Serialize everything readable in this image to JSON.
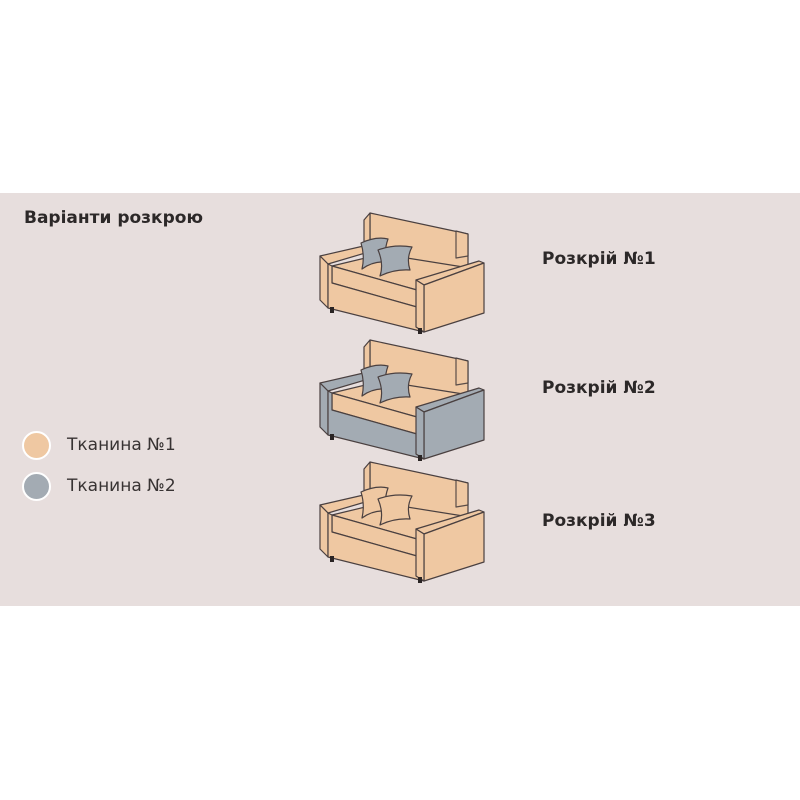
{
  "title": "Варіанти розкрою",
  "legend": [
    {
      "label": "Тканина №1",
      "color": "#efc8a2"
    },
    {
      "label": "Тканина №2",
      "color": "#a3abb3"
    }
  ],
  "variants": [
    {
      "label": "Розкрій №1",
      "pillow_color": "#a3abb3",
      "frame_color": "#efc8a2",
      "back_color": "#efc8a2",
      "seat_color": "#efc8a2"
    },
    {
      "label": "Розкрій №2",
      "pillow_color": "#a3abb3",
      "frame_color": "#a3abb3",
      "back_color": "#efc8a2",
      "seat_color": "#efc8a2"
    },
    {
      "label": "Розкрій №3",
      "pillow_color": "#efc8a2",
      "frame_color": "#efc8a2",
      "back_color": "#efc8a2",
      "seat_color": "#efc8a2"
    }
  ],
  "colors": {
    "panel": "#e7dedd",
    "outline": "#4a4040"
  }
}
